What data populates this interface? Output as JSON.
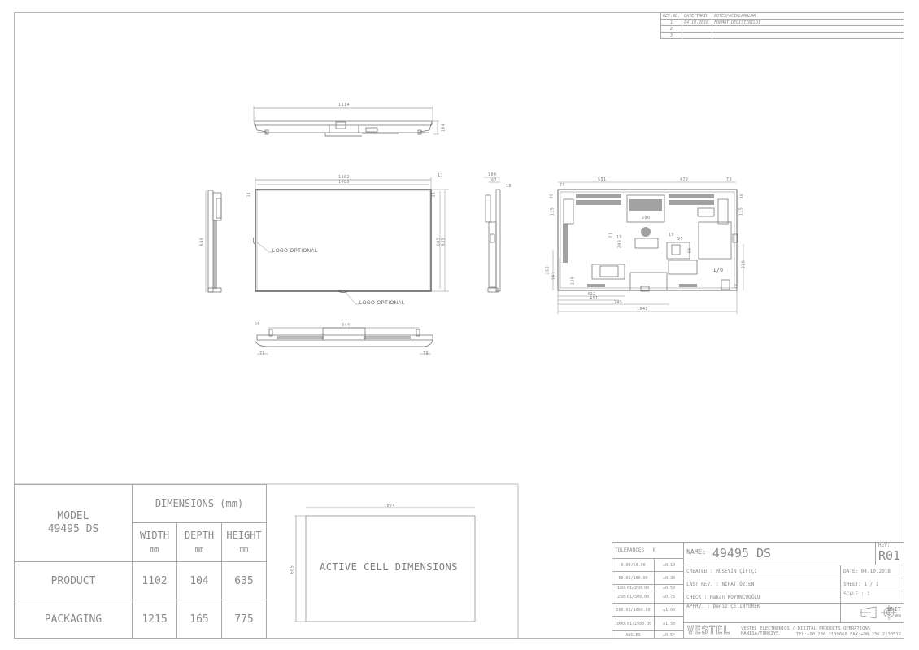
{
  "revision_table": {
    "headers": [
      "REV.NO.",
      "DATE/TARIH",
      "NOTES/ACIKLAMALAR"
    ],
    "rows": [
      {
        "no": "1",
        "date": "04.10.2018",
        "note": "FORMAT DEGISTIRILDI"
      },
      {
        "no": "2",
        "date": "",
        "note": ""
      },
      {
        "no": "3",
        "date": "",
        "note": ""
      }
    ]
  },
  "views": {
    "top_view": {
      "width_label": "1114",
      "depth_label": "104"
    },
    "front_view": {
      "overall_width": "1102",
      "inner_width": "1080",
      "bezel_top": "11",
      "bezel_left": "11",
      "bezel_right": "11",
      "bezel_corner": "11",
      "inner_height": "609",
      "overall_height": "635",
      "logo_label_side": "LOGO OPTIONAL",
      "logo_label_bottom": "LOGO OPTIONAL"
    },
    "left_side_view": {
      "height_label": "648"
    },
    "right_side_view": {
      "depth_label": "104",
      "sub_depth_label": "67",
      "offset_label": "18"
    },
    "bottom_view": {
      "width_label": "944",
      "left_offset": "79",
      "right_offset": "79",
      "foot_label": "26"
    },
    "rear_view": {
      "left_span": "551",
      "right_span": "472",
      "corner_left": "79",
      "corner_right": "79",
      "top_left_v": "80",
      "top_right_v": "80",
      "left_115": "115",
      "right_115": "115",
      "vesa_h": "200",
      "vesa_v": "200",
      "dim_21": "21",
      "dim_19a": "19",
      "dim_19b": "19",
      "io_w": "95",
      "io_h": "60",
      "io_label": "I/O",
      "dim_319": "319",
      "dim_262": "262",
      "dim_193": "193",
      "dim_129": "129",
      "dim_32": "32",
      "dim_422": "422",
      "dim_451": "451",
      "dim_745": "745",
      "dim_1042": "1042"
    }
  },
  "dimensions_table": {
    "model_label": "MODEL",
    "model_value": "49495 DS",
    "group_header": "DIMENSIONS (mm)",
    "columns": [
      {
        "label": "WIDTH",
        "unit": "mm"
      },
      {
        "label": "DEPTH",
        "unit": "mm"
      },
      {
        "label": "HEIGHT",
        "unit": "mm"
      }
    ],
    "rows": [
      {
        "label": "PRODUCT",
        "values": [
          "1102",
          "104",
          "635"
        ]
      },
      {
        "label": "PACKAGING",
        "values": [
          "1215",
          "165",
          "775"
        ]
      }
    ]
  },
  "active_cell": {
    "label": "ACTIVE CELL DIMENSIONS",
    "width": "1074",
    "height": "605"
  },
  "title_block": {
    "tolerances_label": "TOLERANCES",
    "tolerances_class": "K",
    "tolerances": [
      {
        "range": "0.00/50.00",
        "value": "±0.10"
      },
      {
        "range": "50.01/100.00",
        "value": "±0.30"
      },
      {
        "range": "100.01/250.00",
        "value": "±0.50"
      },
      {
        "range": "250.01/500.00",
        "value": "±0.75"
      },
      {
        "range": "500.01/1000.00",
        "value": "±1.00"
      },
      {
        "range": "1000.01/2500.00",
        "value": "±1.50"
      },
      {
        "range": "ANGLES",
        "value": "±0.5°"
      }
    ],
    "name_label": "NAME:",
    "name_value": "49495 DS",
    "rev_label": "REV:",
    "rev_value": "R01",
    "created": "CREATED : HÜSEYİN ÇİFTÇİ",
    "last_rev": "LAST REV. : NİHAT ÖZTEN",
    "check": "CHECK : Hakan KOYUNCUOĞLU",
    "approved": "APPRV. : Deniz ÇETİNYÜREK",
    "date": "DATE: 04.10.2018",
    "sheet": "SHEET: 1 / 1",
    "scale": "SCALE : 1",
    "unit_label": "UNIT",
    "unit_value": "mm",
    "company_logo": "VESTEL",
    "company_line": "VESTEL ELECTRONICS / DIJITAL PRODUCTS OPERATIONS MANISA/TURKIYE",
    "contact_line": "TEL:+90.236.2130660 FAX:+90.236.2130512"
  }
}
